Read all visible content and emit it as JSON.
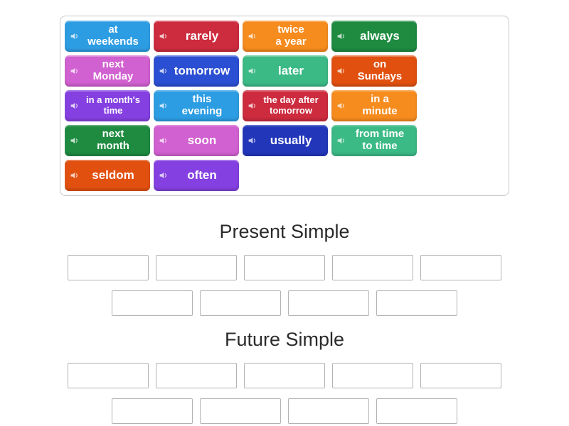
{
  "page": {
    "background": "#ffffff"
  },
  "icons": {
    "speaker": "speaker-with-sound-wave"
  },
  "word_bank": {
    "tiles": [
      {
        "label": "at\nweekends",
        "color": "#2d9de3"
      },
      {
        "label": "rarely",
        "color": "#cd2b3e"
      },
      {
        "label": "twice\na year",
        "color": "#f68b1e"
      },
      {
        "label": "always",
        "color": "#1e8b40"
      },
      {
        "label": "next\nMonday",
        "color": "#d160d0"
      },
      {
        "label": "tomorrow",
        "color": "#2b4fd3"
      },
      {
        "label": "later",
        "color": "#3cba86"
      },
      {
        "label": "on\nSundays",
        "color": "#e25010"
      },
      {
        "label": "in a month's\ntime",
        "color": "#8540e1"
      },
      {
        "label": "this\nevening",
        "color": "#2d9de3"
      },
      {
        "label": "the day after\ntomorrow",
        "color": "#cd2b3e"
      },
      {
        "label": "in a\nminute",
        "color": "#f68b1e"
      },
      {
        "label": "next\nmonth",
        "color": "#1e8b40"
      },
      {
        "label": "soon",
        "color": "#d160d0"
      },
      {
        "label": "usually",
        "color": "#2236ba"
      },
      {
        "label": "from time\nto time",
        "color": "#3cba86"
      },
      {
        "label": "seldom",
        "color": "#e25010"
      },
      {
        "label": "often",
        "color": "#8540e1"
      }
    ]
  },
  "groups": [
    {
      "title": "Present Simple",
      "slot_rows": [
        5,
        4
      ]
    },
    {
      "title": "Future Simple",
      "slot_rows": [
        5,
        4
      ]
    }
  ]
}
